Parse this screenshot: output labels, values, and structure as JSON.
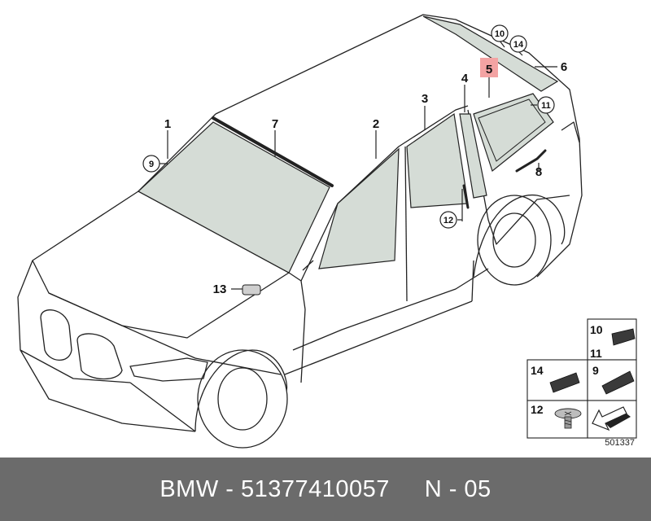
{
  "callouts": {
    "c1": "1",
    "c2": "2",
    "c3": "3",
    "c4": "4",
    "c5": "5",
    "c6": "6",
    "c7": "7",
    "c8": "8",
    "c9": "9",
    "c10": "10",
    "c11": "11",
    "c12": "12",
    "c13": "13",
    "c14": "14"
  },
  "thumbnails": {
    "t10": "10",
    "t11": "11",
    "t14": "14",
    "t9": "9",
    "t12": "12"
  },
  "highlight_color": "#f3a3a3",
  "diagram_number": "501337",
  "footer": {
    "brand": "BMW",
    "separator1": " - ",
    "part_number": "51377410057",
    "gap": "     ",
    "position": "N - 05"
  }
}
